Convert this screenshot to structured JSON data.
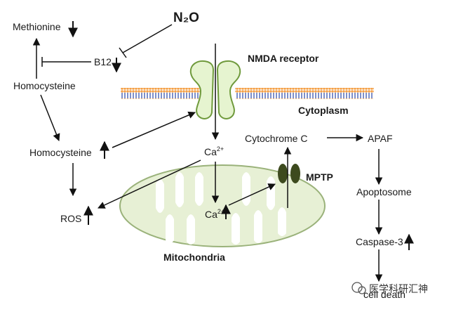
{
  "labels": {
    "n2o": "N₂O",
    "methionine": "Methionine",
    "b12": "B12",
    "homocysteine_top": "Homocysteine",
    "homocysteine_mid": "Homocysteine",
    "ros": "ROS",
    "nmda_receptor": "NMDA receptor",
    "cytoplasm": "Cytoplasm",
    "ca_cytosol": "Ca",
    "ca_cytosol_sup": "2+",
    "ca_mito": "Ca",
    "ca_mito_sup": "2+",
    "cytochrome_c": "Cytochrome C",
    "apaf": "APAF",
    "mptp": "MPTP",
    "apoptosome": "Apoptosome",
    "caspase3": "Caspase-3",
    "mitochondria": "Mitochondria",
    "cell_death": "cell death"
  },
  "watermark": {
    "text": "医学科研汇神"
  },
  "colors": {
    "arrow": "#111111",
    "receptor_fill": "#e6f4d0",
    "receptor_stroke": "#6f9a3c",
    "mito_fill": "#e7f0d5",
    "mito_stroke": "#9ab27a",
    "mptp_fill": "#3d4a1e",
    "membrane_orange": "#f4a046",
    "membrane_blue": "#7d8fc9"
  }
}
